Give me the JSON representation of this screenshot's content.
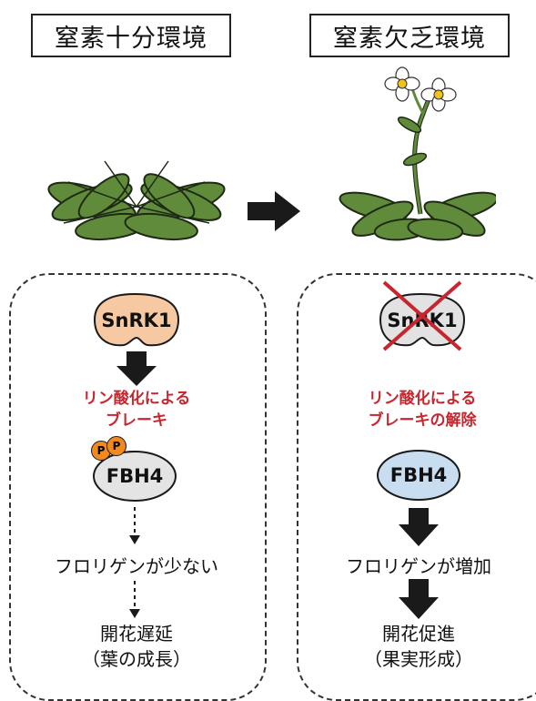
{
  "left": {
    "title": "窒素十分環境",
    "protein": "SnRK1",
    "brake_line1": "リン酸化による",
    "brake_line2": "ブレーキ",
    "phospho_label": "P",
    "fbh4": "FBH4",
    "florigen": "フロリゲンが少ない",
    "outcome_line1": "開花遅延",
    "outcome_line2": "（葉の成長）"
  },
  "right": {
    "title": "窒素欠乏環境",
    "protein": "SnRK1",
    "brake_line1": "リン酸化による",
    "brake_line2": "ブレーキの解除",
    "fbh4": "FBH4",
    "florigen": "フロリゲンが増加",
    "outcome_line1": "開花促進",
    "outcome_line2": "（果実形成）"
  },
  "colors": {
    "leaf": "#5f8b3a",
    "leaf_outline": "#1e2a14",
    "snrk1_fill": "#f6c9a3",
    "snrk1_inactive_fill": "#e2e2e2",
    "fbh4_left_fill": "#e4e4e4",
    "fbh4_right_fill": "#c9ddf0",
    "phospho": "#f08a1e",
    "brake_text": "#c8262e",
    "cross": "#c8262e",
    "flower_center": "#f1c21e"
  }
}
